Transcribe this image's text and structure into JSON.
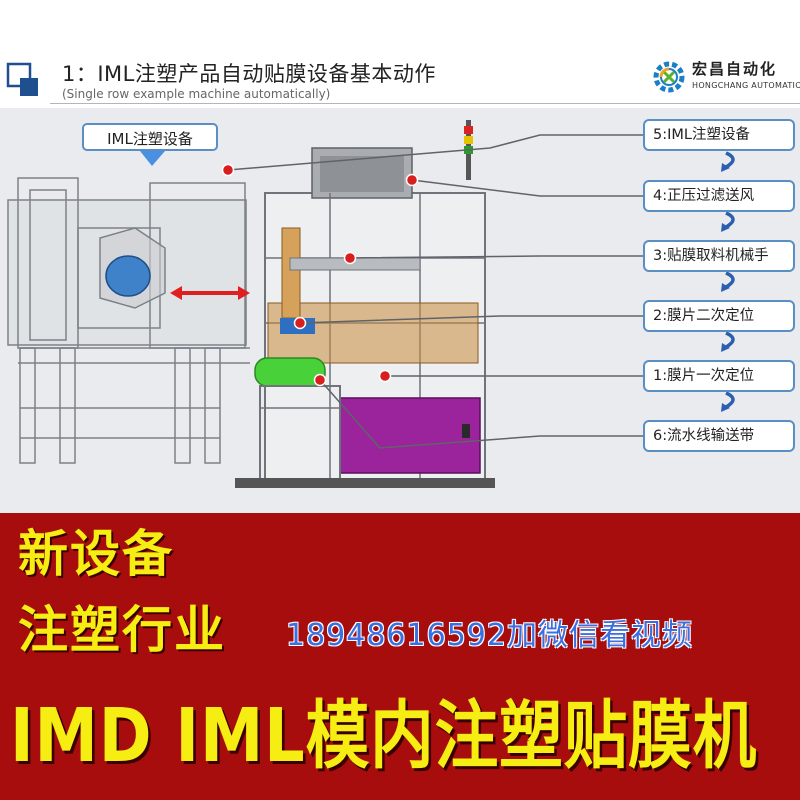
{
  "header": {
    "title": "1：IML注塑产品自动贴膜设备基本动作",
    "subtitle": "(Single row example machine automatically)",
    "logo": {
      "name_cn": "宏昌自动化",
      "name_en": "HONGCHANG AUTOMATION"
    }
  },
  "drawing": {
    "machine_label": "IML注塑设备",
    "steps": [
      {
        "label": "5:IML注塑设备"
      },
      {
        "label": "4:正压过滤送风"
      },
      {
        "label": "3:贴膜取料机械手"
      },
      {
        "label": "2:膜片二次定位"
      },
      {
        "label": "1:膜片一次定位"
      },
      {
        "label": "6:流水线输送带"
      }
    ]
  },
  "banner": {
    "line1": "新设备",
    "line2": "注塑行业",
    "contact": "18948616592加微信看视频",
    "line3": "IMD IML模内注塑贴膜机"
  },
  "colors": {
    "banner_bg": "#a80d0d",
    "banner_text": "#f6ed12",
    "contact_text": "#3b6fe0",
    "box_border": "#5a8fc4",
    "marker": "#d81e1e"
  }
}
